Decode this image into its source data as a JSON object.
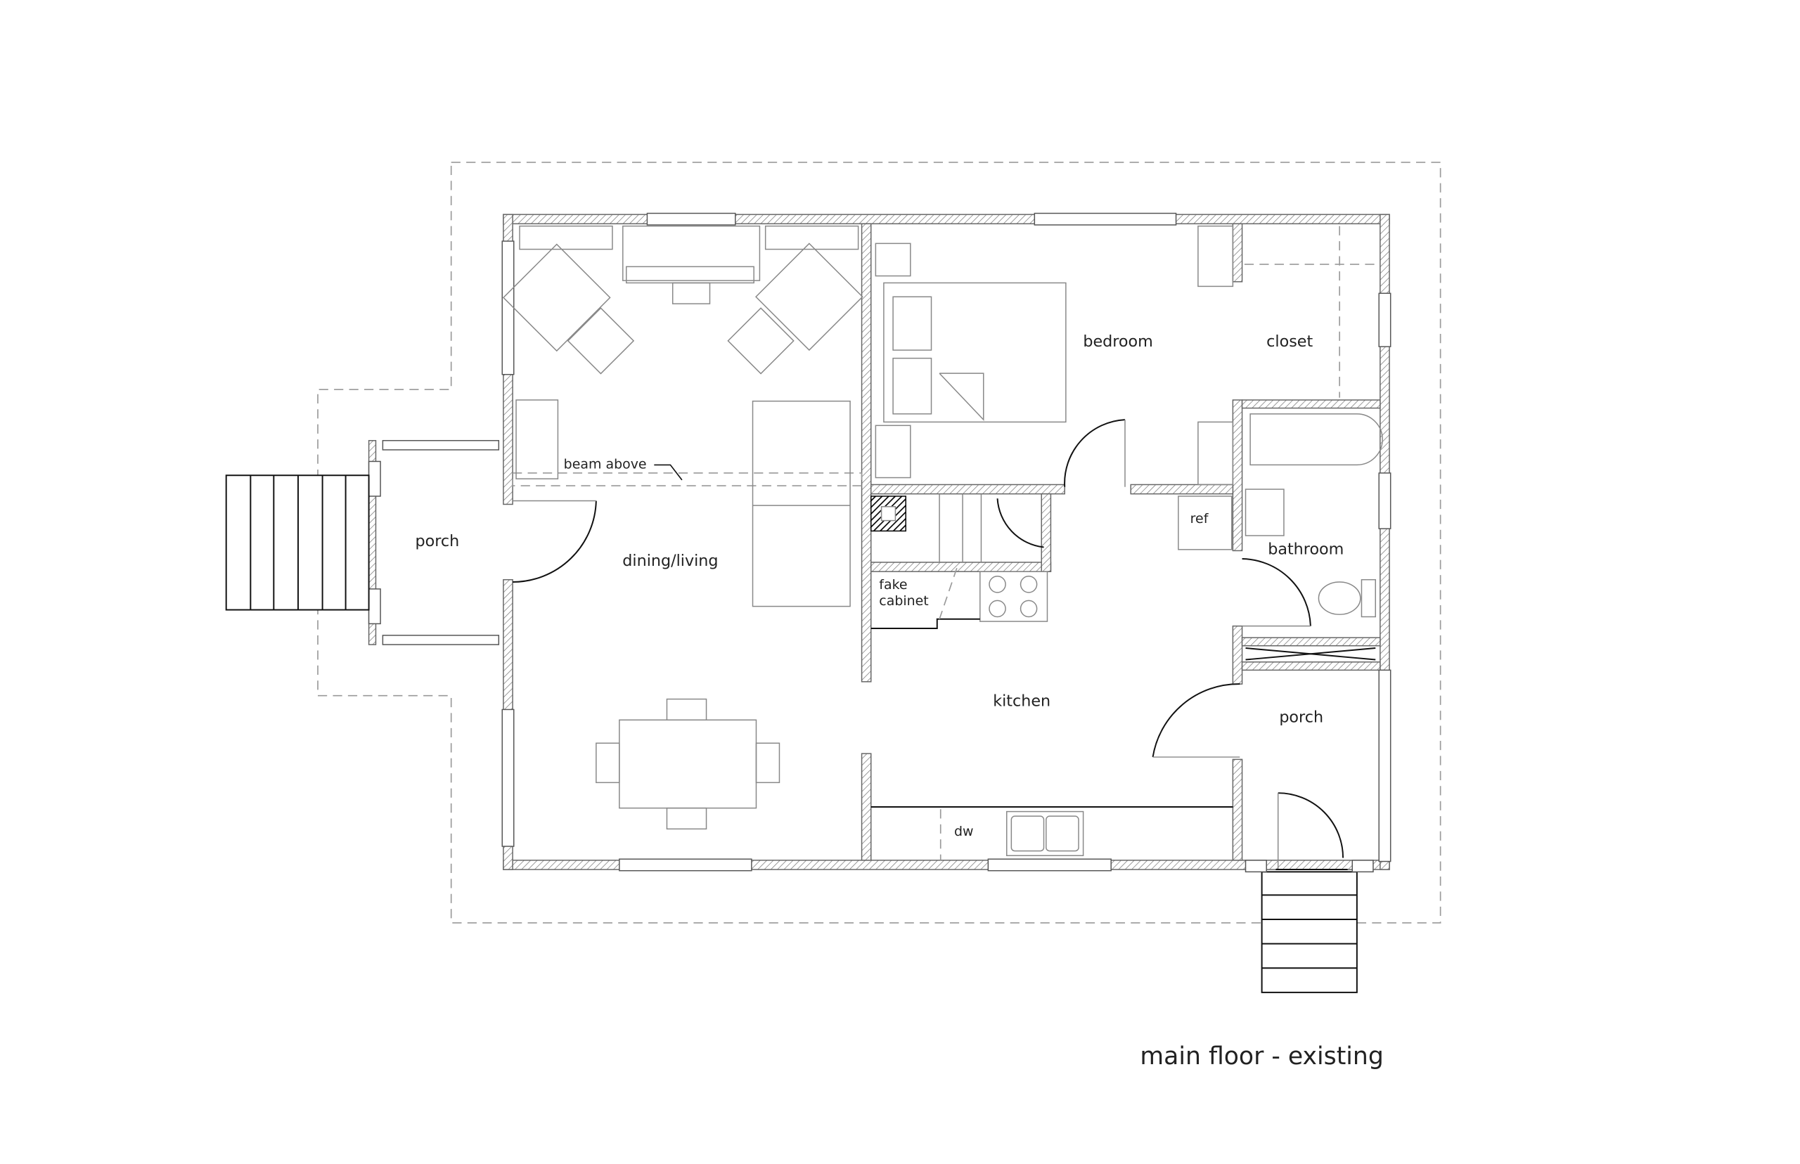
{
  "title": "main floor - existing",
  "rooms": {
    "porch_west": "porch",
    "dining_living": "dining/living",
    "bedroom": "bedroom",
    "closet": "closet",
    "bathroom": "bathroom",
    "kitchen": "kitchen",
    "porch_east": "porch"
  },
  "annotations": {
    "beam": "beam above",
    "ref": "ref",
    "fake_cabinet_1": "fake",
    "fake_cabinet_2": "cabinet",
    "dw": "dw"
  },
  "colors": {
    "line": "#111111",
    "wall_hatch": "#777777",
    "roof_dash": "#999999"
  }
}
